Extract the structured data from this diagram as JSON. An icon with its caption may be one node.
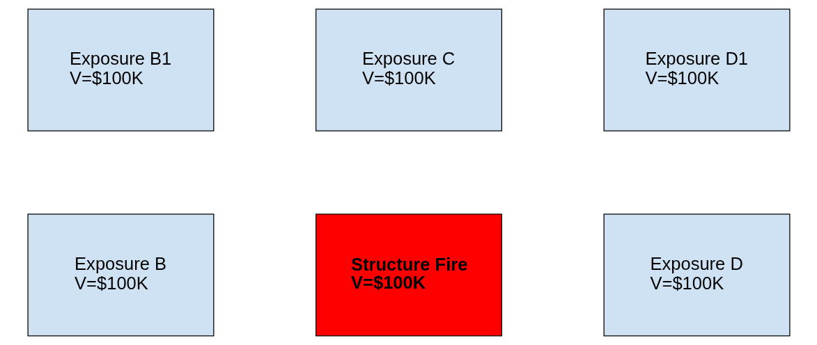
{
  "diagram": {
    "nodes": [
      {
        "text": [
          "Exposure B1",
          "V=$100K"
        ]
      },
      {
        "text": [
          "Exposure C",
          "V=$100K"
        ]
      },
      {
        "text": [
          "Exposure D1",
          "V=$100K"
        ]
      },
      {
        "text": [
          "Exposure B",
          "V=$100K"
        ]
      },
      {
        "text": [
          "Structure Fire",
          "V=$100K"
        ]
      },
      {
        "text": [
          "Exposure D",
          "V=$100K"
        ]
      }
    ],
    "edges": []
  }
}
